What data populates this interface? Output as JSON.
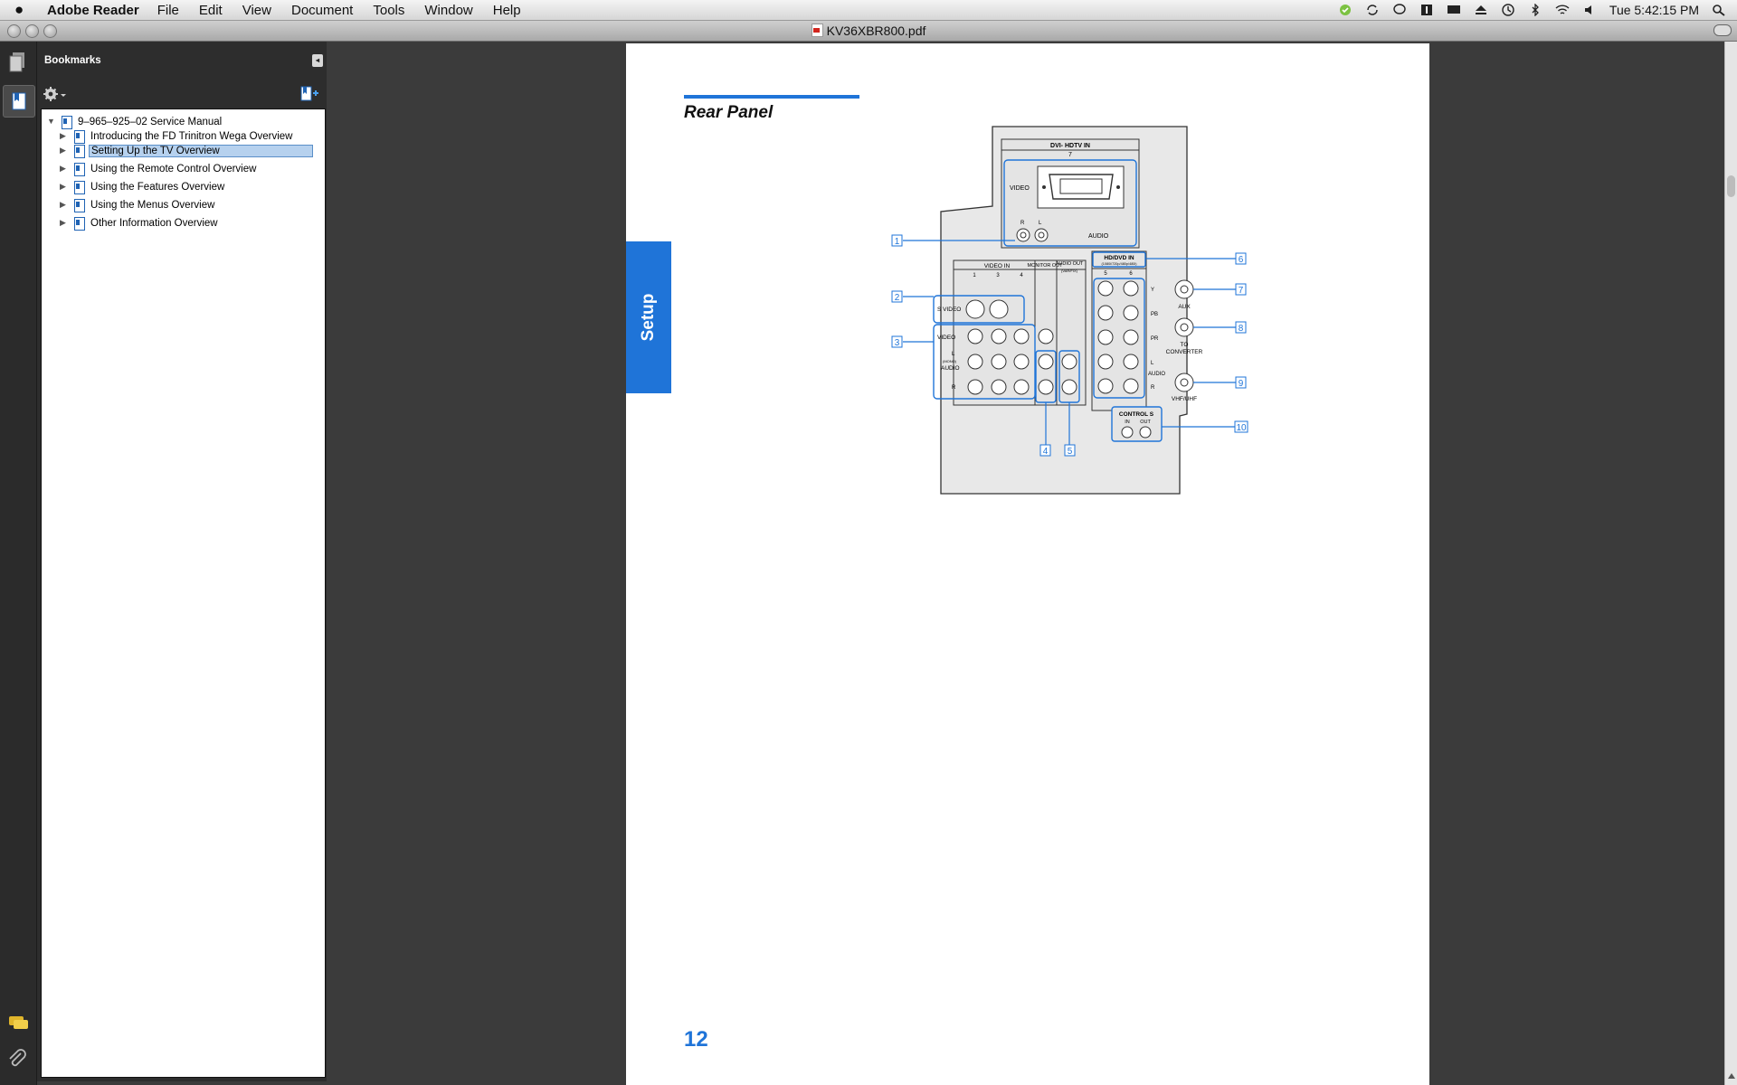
{
  "menubar": {
    "app_name": "Adobe Reader",
    "menus": [
      "File",
      "Edit",
      "View",
      "Document",
      "Tools",
      "Window",
      "Help"
    ],
    "clock": "Tue 5:42:15 PM"
  },
  "window": {
    "title": "KV36XBR800.pdf"
  },
  "bookmarks": {
    "header": "Bookmarks",
    "collapse_glyph": "◂",
    "items": [
      {
        "label": "9–965–925–02 Service Manual",
        "expanded": true,
        "selected": false
      },
      {
        "label": "Introducing the FD Trinitron Wega Overview",
        "selected": false
      },
      {
        "label": "Setting Up the TV Overview",
        "selected": true
      },
      {
        "label": "Using the Remote Control Overview",
        "selected": false
      },
      {
        "label": "Using the Features Overview",
        "selected": false
      },
      {
        "label": "Using the Menus Overview",
        "selected": false
      },
      {
        "label": "Other Information Overview",
        "selected": false
      }
    ]
  },
  "page": {
    "title": "Rear Panel",
    "section_tab": "Setup",
    "page_number": "12",
    "accent_color": "#1f74d8",
    "diagram": {
      "dvi_label": "DVI- HDTV IN",
      "dvi_num": "7",
      "video": "VIDEO",
      "audio": "AUDIO",
      "r": "R",
      "l": "L",
      "video_in": "VIDEO IN",
      "video_in_cols": [
        "1",
        "3",
        "4"
      ],
      "monitor_out": "MONITOR OUT",
      "audio_out": "AUDIO OUT",
      "audio_out_sub": "(VAR/FIX)",
      "s_video": "S VIDEO",
      "mono": "(MONO)",
      "hd_dvd_in": "HD/DVD IN",
      "hd_dvd_sub": "(1080i/720p/480p/480i)",
      "hd_cols": [
        "5",
        "6"
      ],
      "y": "Y",
      "pb": "PB",
      "pr": "PR",
      "aux": "AUX",
      "to_converter_1": "TO",
      "to_converter_2": "CONVERTER",
      "vhf_uhf": "VHF/UHF",
      "control_s": "CONTROL S",
      "in": "IN",
      "out": "OUT",
      "callouts": [
        "1",
        "2",
        "3",
        "4",
        "5",
        "6",
        "7",
        "8",
        "9",
        "10"
      ]
    }
  }
}
